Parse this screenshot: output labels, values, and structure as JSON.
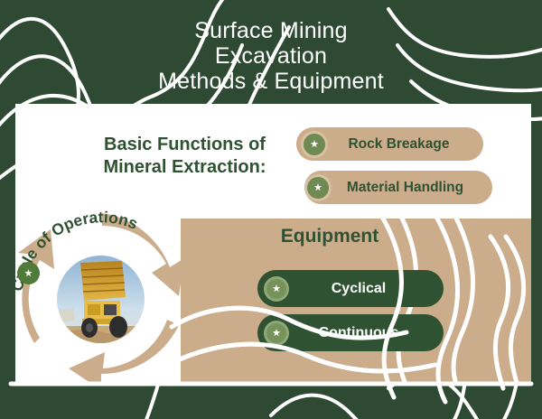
{
  "poster": {
    "title": "Surface Mining\nExcavation\nMethods & Equipment",
    "background_color": "#2e4a33",
    "card_color": "#ffffff",
    "accent_tan": "#cbac8b",
    "accent_green": "#2f5233",
    "badge_green": "#6f8a53"
  },
  "headline": {
    "text": "Basic Functions of\nMineral Extraction:"
  },
  "functions": [
    {
      "label": "Rock Breakage",
      "icon": "star-badge-icon"
    },
    {
      "label": "Material Handling",
      "icon": "star-badge-icon"
    }
  ],
  "cycle": {
    "label": "Cycle of Operations",
    "icon": "star-badge-icon",
    "image_alt": "mining-dump-truck-photo"
  },
  "equipment": {
    "title": "Equipment",
    "items": [
      {
        "label": "Cyclical",
        "icon": "star-badge-icon"
      },
      {
        "label": "Continuous",
        "icon": "star-badge-icon"
      }
    ]
  }
}
